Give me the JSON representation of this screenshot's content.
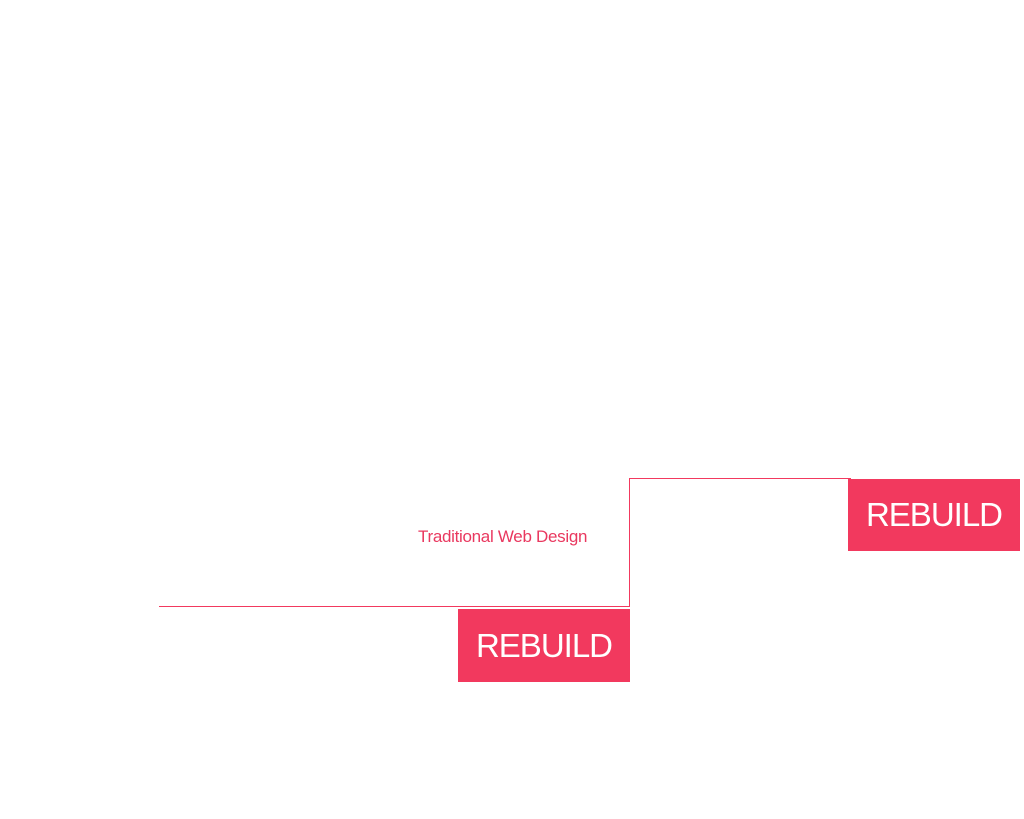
{
  "diagram": {
    "caption": "Traditional Web Design",
    "lower_badge_label": "REBUILD",
    "upper_badge_label": "REBUILD",
    "accent_color": "#f2395e",
    "background_color": "#ffffff"
  }
}
